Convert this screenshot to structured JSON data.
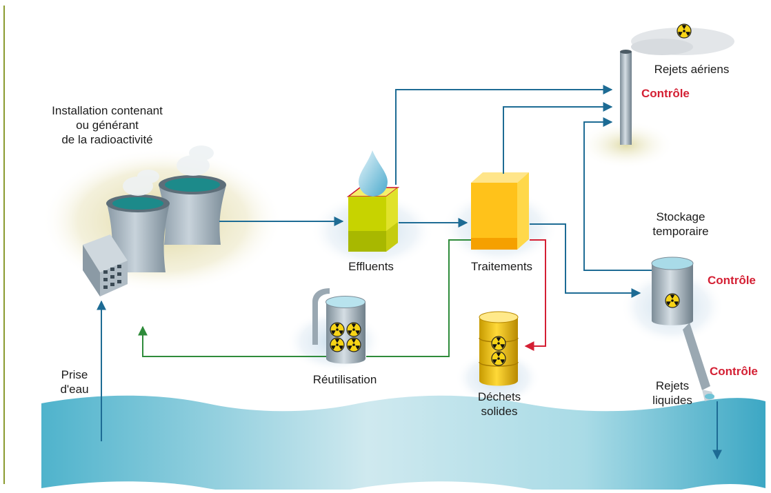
{
  "labels": {
    "installation": [
      "Installation contenant",
      "ou générant",
      "de la radioactivité"
    ],
    "effluents": "Effluents",
    "traitements": "Traitements",
    "reutilisation": "Réutilisation",
    "dechets": [
      "Déchets",
      "solides"
    ],
    "prise": [
      "Prise",
      "d'eau"
    ],
    "rejets_aeriens": "Rejets aériens",
    "stockage": [
      "Stockage",
      "temporaire"
    ],
    "rejets_liquides": [
      "Rejets",
      "liquides"
    ],
    "controle": "Contrôle"
  },
  "colors": {
    "flow_blue": "#1d6b94",
    "flow_green": "#2e8b3a",
    "flow_red": "#d41f33",
    "control_red": "#d41f33",
    "sidebar_rule": "#8a9a2e",
    "water": "#6fc3d6"
  }
}
